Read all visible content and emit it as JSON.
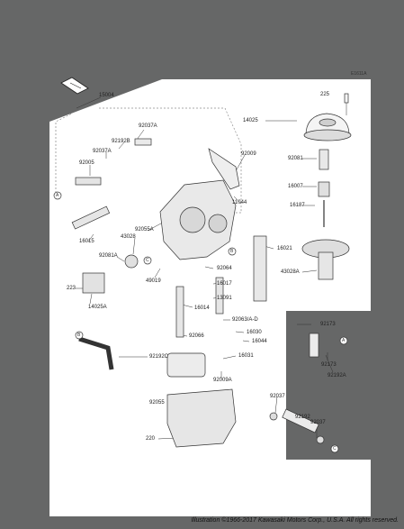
{
  "diagram": {
    "drawing_code": "E1611A",
    "copyright": "Illustration ©1966-2017 Kawasaki Motors Corp., U.S.A. All rights reserved.",
    "callouts": {
      "a": "A",
      "b": "B",
      "c": "C"
    },
    "parts": {
      "p15004": "15004",
      "p225": "225",
      "p14025": "14025",
      "p92037a_top": "92037A",
      "p92192b": "92192B",
      "p92037a_mid": "92037A",
      "p92005": "92005",
      "p92009": "92009",
      "p92081": "92081",
      "p11044": "11044",
      "p16007": "16007",
      "p16187": "16187",
      "p92055a": "92055A",
      "p43028": "43028",
      "p16015": "16015",
      "p92081a": "92081A",
      "p16021": "16021",
      "p92064": "92064",
      "p49019": "49019",
      "p43028a": "43028A",
      "p223": "223",
      "p16017": "16017",
      "p13091": "13091",
      "p14025a": "14025A",
      "p16014": "16014",
      "p92063": "92063/A-D",
      "p92173_top": "92173",
      "p16030": "16030",
      "p16044": "16044",
      "p92066": "92066",
      "p92192c": "92192C",
      "p16031": "16031",
      "p92173_mid": "92173",
      "p92192a": "92192A",
      "p92009a": "92009A",
      "p92037_low": "92037",
      "p92055": "92055",
      "p92192": "92192",
      "p92037_right": "92037",
      "p220": "220"
    }
  }
}
